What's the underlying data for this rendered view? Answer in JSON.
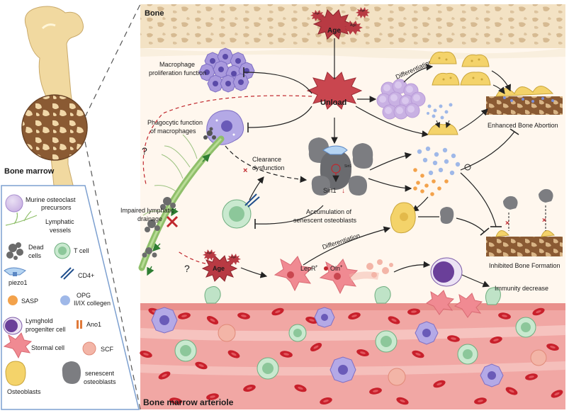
{
  "regions": {
    "bone": "Bone",
    "bone_marrow": "Bone marrow",
    "arteriole": "Bone marrow arteriole"
  },
  "labels": {
    "age_top": "Age",
    "age_small_1": "Age",
    "age_small_2": "Age",
    "age_small_3": "Age",
    "age_bottom": "Age",
    "age_bottom_small_1": "Age",
    "age_bottom_small_2": "Age",
    "unload": "Unload",
    "macrophage_prolif_1": "Macrophage",
    "macrophage_prolif_2": "proliferation function",
    "phago_1": "Phagocytic function",
    "phago_2": "of macrophages",
    "clearance_1": "Clearance",
    "clearance_2": "dysfunction",
    "lymph_1": "Impaired lymphatic",
    "lymph_2": "drainage",
    "accum_1": "Accumulation of",
    "accum_2": "senescent osteoblasts",
    "sirt1_a": "Sirt1",
    "sirt1_b": "Sirt1",
    "differentiation_top": "Differentiation",
    "differentiation_bottom": "Differentiation",
    "enhanced": "Enhanced Bone Abortion",
    "inhibited": "Inhibited Bone Formation",
    "immunity": "Immunity decrease",
    "lepr": "LepR",
    "oln": "Oln",
    "q1": "?",
    "q2": "?"
  },
  "legend": [
    {
      "label_1": "Murine osteoclast",
      "label_2": "precursors"
    },
    {
      "label_1": "Lymphatic",
      "label_2": "vessels"
    },
    {
      "label_1": "Dead",
      "label_2": "cells"
    },
    {
      "label_1": "T cell",
      "label_2": ""
    },
    {
      "label_1": "piezo1",
      "label_2": ""
    },
    {
      "label_1": "CD4+",
      "label_2": ""
    },
    {
      "label_1": "SASP",
      "label_2": ""
    },
    {
      "label_1": "OPG",
      "label_2": "II/IX collegen"
    },
    {
      "label_1": "Lymghold",
      "label_2": "progenlter cell"
    },
    {
      "label_1": "Ano1",
      "label_2": ""
    },
    {
      "label_1": "Stormal cell",
      "label_2": ""
    },
    {
      "label_1": "SCF",
      "label_2": ""
    },
    {
      "label_1": "Osteoblasts",
      "label_2": ""
    },
    {
      "label_1": "senescent",
      "label_2": "osteoblasts"
    }
  ],
  "colors": {
    "bone": "#f3e2c4",
    "bone_spot": "#d9bf98",
    "marrow_bg": "#fff7ee",
    "vessel": "#f1a7a4",
    "vessel_light": "#f8cfcb",
    "rbc": "#c8202b",
    "unload": "#c9464f",
    "red_dash": "#c0272d",
    "osteoclast": "#b9a0d8",
    "macrophage": "#9f8ed6",
    "tcell": "#bfe3c7",
    "tcell_core": "#6fae7f",
    "stromal": "#f08a92",
    "osteoblast": "#f4d36a",
    "senescent": "#7c7d81",
    "lymphatic": "#8fbf6a",
    "legend_border": "#7da0d0"
  }
}
